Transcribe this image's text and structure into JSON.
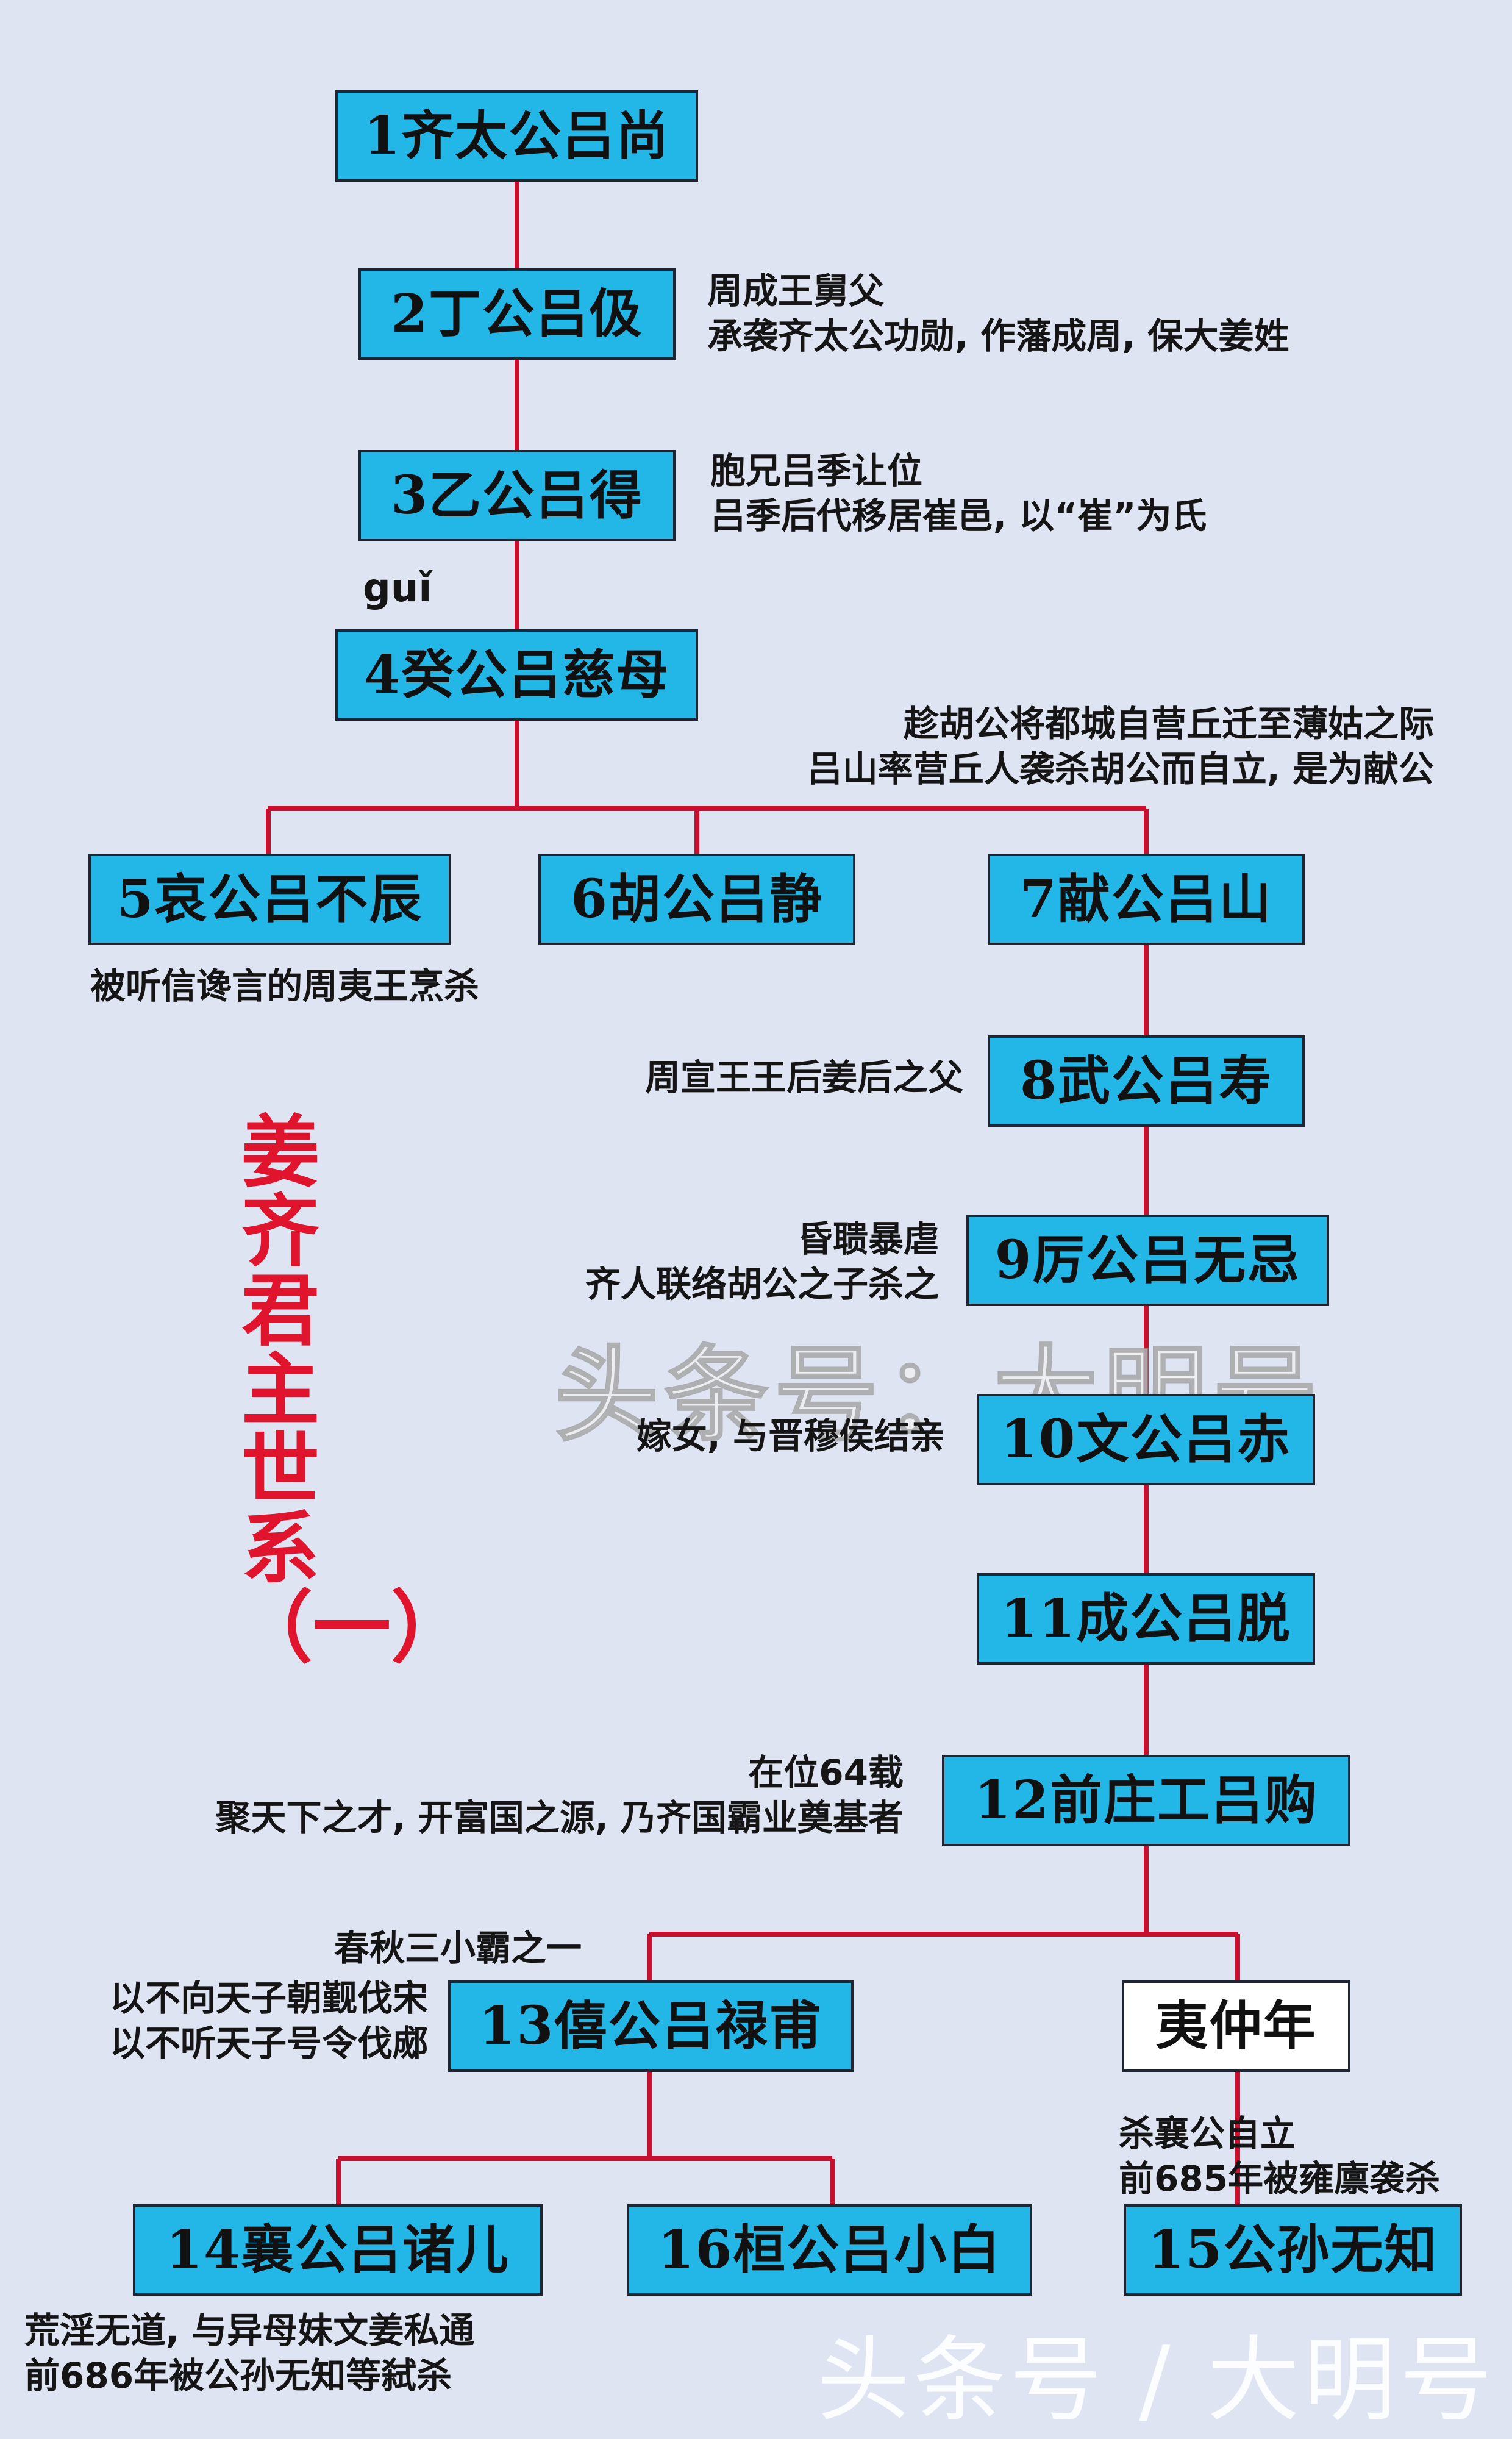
{
  "title": "姜齐君主世系（一）",
  "colors": {
    "box_fill": "#23b7e8",
    "line": "#c8102e",
    "title": "#e0142c",
    "background": "#dfe4f3"
  },
  "rulers": {
    "r1": "1齐太公吕尚",
    "r2": "2丁公吕伋",
    "r3": "3乙公吕得",
    "r4": "4癸公吕慈母",
    "r5": "5哀公吕不辰",
    "r6": "6胡公吕静",
    "r7": "7献公吕山",
    "r8": "8武公吕寿",
    "r9": "9厉公吕无忌",
    "r10": "10文公吕赤",
    "r11": "11成公吕脱",
    "r12": "12前庄工吕购",
    "r13": "13僖公吕禄甫",
    "yizhongnian": "夷仲年",
    "r14": "14襄公吕诸儿",
    "r16": "16桓公吕小白",
    "r15": "15公孙无知"
  },
  "notes": {
    "n2": [
      "周成王舅父",
      "承袭齐太公功勋, 作藩成周, 保大姜姓"
    ],
    "n3": [
      "胞兄吕季让位",
      "吕季后代移居崔邑, 以“崔”为氏"
    ],
    "pinyin4": "guǐ",
    "n7": [
      "趁胡公将都城自营丘迁至薄姑之际",
      "吕山率营丘人袭杀胡公而自立, 是为献公"
    ],
    "n5": [
      "被听信谗言的周夷王烹杀"
    ],
    "n8": [
      "周宣王王后姜后之父"
    ],
    "n9": [
      "昏聩暴虐",
      "齐人联络胡公之子杀之"
    ],
    "n10": [
      "嫁女, 与晋穆侯结亲"
    ],
    "n12": [
      "在位64载",
      "聚天下之才, 开富国之源, 乃齐国霸业奠基者"
    ],
    "n13a": [
      "春秋三小霸之一"
    ],
    "n13b": [
      "以不向天子朝觐伐宋",
      "以不听天子号令伐郕"
    ],
    "nyz": [
      "杀襄公自立",
      "前685年被雍廪袭杀"
    ],
    "n14": [
      "荒淫无道, 与异母妹文姜私通",
      "前686年被公孙无知等弑杀"
    ]
  },
  "watermarks": {
    "center": "头条号：大明号",
    "bottom": "头条号 / 大明号"
  }
}
